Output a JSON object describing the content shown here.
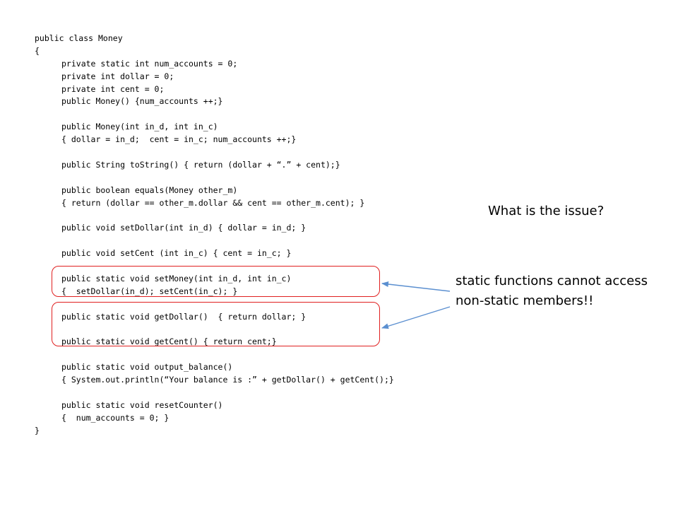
{
  "code": {
    "lines": [
      {
        "text": "public class Money",
        "indent": false
      },
      {
        "text": "{",
        "indent": false
      },
      {
        "text": "private static int num_accounts = 0;",
        "indent": true
      },
      {
        "text": "private int dollar = 0;",
        "indent": true
      },
      {
        "text": "private int cent = 0;",
        "indent": true
      },
      {
        "text": "public Money() {num_accounts ++;}",
        "indent": true
      },
      {
        "text": "",
        "indent": true
      },
      {
        "text": "public Money(int in_d, int in_c)",
        "indent": true
      },
      {
        "text": "{ dollar = in_d;  cent = in_c; num_accounts ++;}",
        "indent": true
      },
      {
        "text": "",
        "indent": true
      },
      {
        "text": "public String toString() { return (dollar + “.” + cent);}",
        "indent": true
      },
      {
        "text": "",
        "indent": true
      },
      {
        "text": "public boolean equals(Money other_m)",
        "indent": true
      },
      {
        "text": "{ return (dollar == other_m.dollar && cent == other_m.cent); }",
        "indent": true
      },
      {
        "text": "",
        "indent": true
      },
      {
        "text": "public void setDollar(int in_d) { dollar = in_d; }",
        "indent": true
      },
      {
        "text": "",
        "indent": true
      },
      {
        "text": "public void setCent (int in_c) { cent = in_c; }",
        "indent": true
      },
      {
        "text": "",
        "indent": true
      },
      {
        "text": "public static void setMoney(int in_d, int in_c)",
        "indent": true
      },
      {
        "text": "{  setDollar(in_d); setCent(in_c); }",
        "indent": true
      },
      {
        "text": "",
        "indent": true
      },
      {
        "text": "public static void getDollar()  { return dollar; }",
        "indent": true
      },
      {
        "text": "",
        "indent": true
      },
      {
        "text": "public static void getCent() { return cent;}",
        "indent": true
      },
      {
        "text": "",
        "indent": true
      },
      {
        "text": "public static void output_balance()",
        "indent": true
      },
      {
        "text": "{ System.out.println(“Your balance is :” + getDollar() + getCent();}",
        "indent": true
      },
      {
        "text": "",
        "indent": true
      },
      {
        "text": "public static void resetCounter()",
        "indent": true
      },
      {
        "text": "{  num_accounts = 0; }",
        "indent": true
      },
      {
        "text": "}",
        "indent": false
      }
    ]
  },
  "annotations": {
    "question": "What is the issue?",
    "answer_line1": "static functions cannot access",
    "answer_line2": "non-static members!!"
  },
  "colors": {
    "highlight_box": "#e02020",
    "arrow": "#5b8fd0",
    "text": "#000000",
    "background": "#ffffff"
  }
}
